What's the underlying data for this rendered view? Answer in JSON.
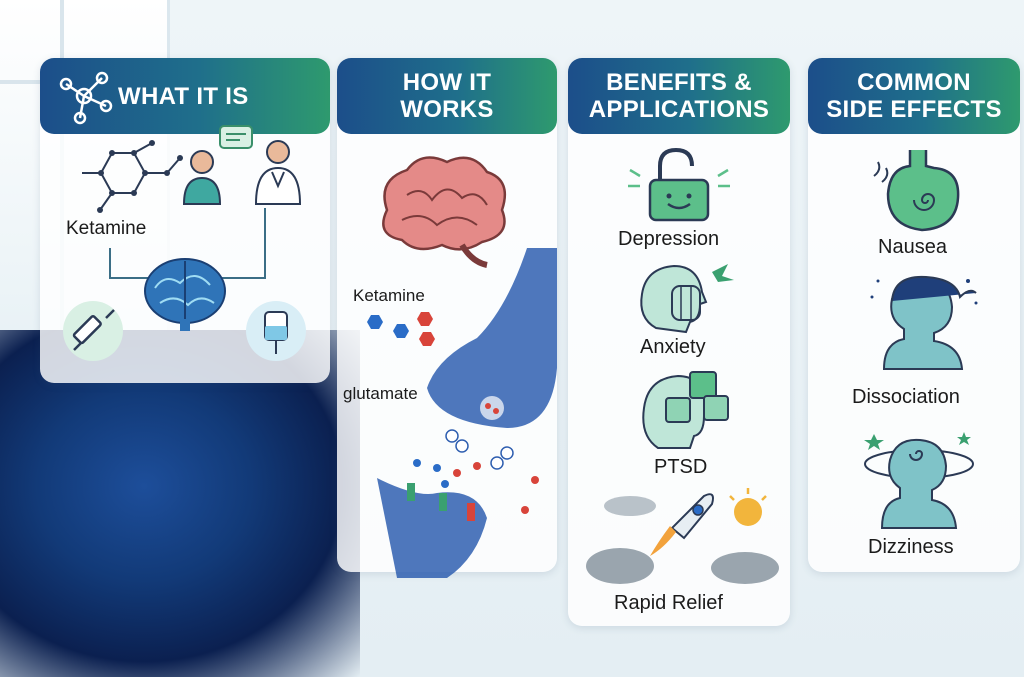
{
  "columns": [
    {
      "title": "WHAT IT IS",
      "items": [
        {
          "label": "Ketamine"
        }
      ]
    },
    {
      "title": "HOW IT\nWORKS",
      "items": [
        {
          "label": "Ketamine"
        },
        {
          "label": "glutamate"
        }
      ]
    },
    {
      "title": "BENEFITS &\nAPPLICATIONS",
      "items": [
        {
          "label": "Depression"
        },
        {
          "label": "Anxiety"
        },
        {
          "label": "PTSD"
        },
        {
          "label": "Rapid Relief"
        }
      ]
    },
    {
      "title": "COMMON\nSIDE EFFECTS",
      "items": [
        {
          "label": "Nausea"
        },
        {
          "label": "Dissociation"
        },
        {
          "label": "Dizziness"
        }
      ]
    }
  ],
  "colors": {
    "header_start": "#1c4e8a",
    "header_end": "#2e9a6e",
    "accent_green": "#5cbf8a",
    "brain_pink": "#e48a88"
  }
}
